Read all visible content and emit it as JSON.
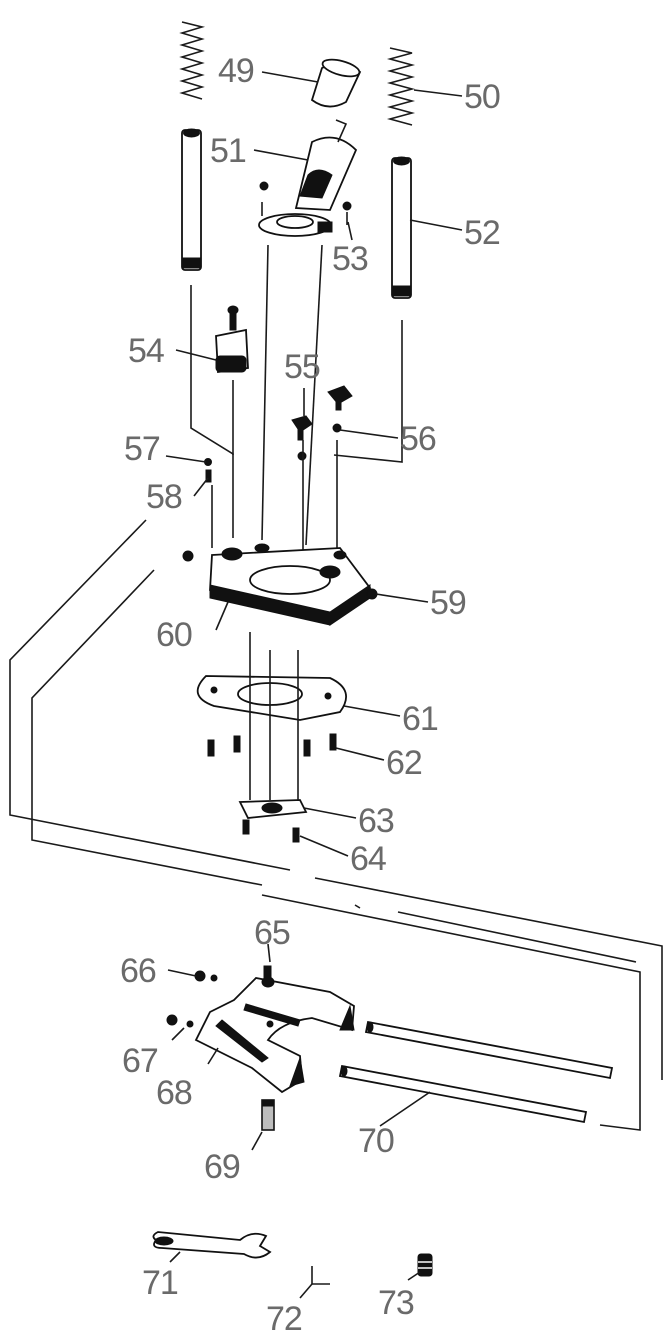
{
  "labels": {
    "p49": "49",
    "p50": "50",
    "p51": "51",
    "p52": "52",
    "p53": "53",
    "p54": "54",
    "p55": "55",
    "p56": "56",
    "p57": "57",
    "p58": "58",
    "p59": "59",
    "p60": "60",
    "p61": "61",
    "p62": "62",
    "p63": "63",
    "p64": "64",
    "p65": "65",
    "p66": "66",
    "p67": "67",
    "p68": "68",
    "p69": "69",
    "p70": "70",
    "p71": "71",
    "p72": "72",
    "p73": "73"
  }
}
